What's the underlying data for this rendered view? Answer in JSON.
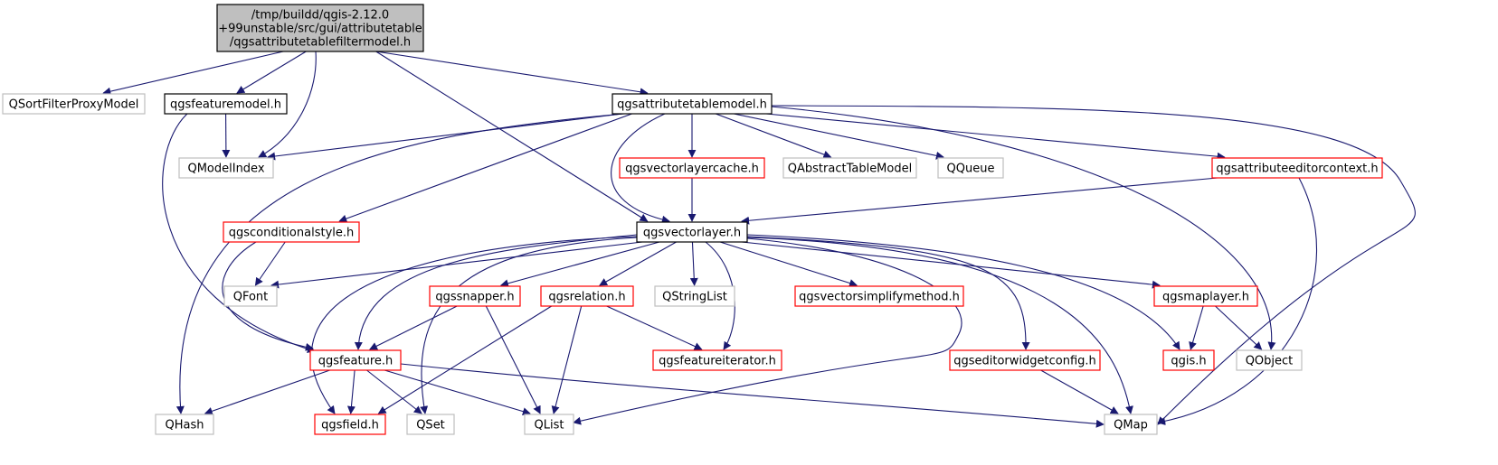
{
  "colors": {
    "edge": "#191970",
    "focus_fill": "#bfbfbf",
    "focus_border": "#000000",
    "documented_border": "#000000",
    "red_border": "#ff0000",
    "external_border": "#bfbfbf"
  },
  "nodes": [
    {
      "id": "root",
      "lines": [
        "/tmp/buildd/qgis-2.12.0",
        "+99unstable/src/gui/attributetable",
        "/qgsattributetablefiltermodel.h"
      ],
      "style": "focus"
    },
    {
      "id": "qsortfilterproxymodel",
      "lines": [
        "QSortFilterProxyModel"
      ],
      "style": "external"
    },
    {
      "id": "qgsfeaturemodel",
      "lines": [
        "qgsfeaturemodel.h"
      ],
      "style": "documented"
    },
    {
      "id": "qgsattributetablemodel",
      "lines": [
        "qgsattributetablemodel.h"
      ],
      "style": "documented"
    },
    {
      "id": "qmodelindex",
      "lines": [
        "QModelIndex"
      ],
      "style": "external"
    },
    {
      "id": "qgsvectorlayercache",
      "lines": [
        "qgsvectorlayercache.h"
      ],
      "style": "red"
    },
    {
      "id": "qabstracttablemodel",
      "lines": [
        "QAbstractTableModel"
      ],
      "style": "external"
    },
    {
      "id": "qqueue",
      "lines": [
        "QQueue"
      ],
      "style": "external"
    },
    {
      "id": "qgsattributeeditorcontext",
      "lines": [
        "qgsattributeeditorcontext.h"
      ],
      "style": "red"
    },
    {
      "id": "qgsconditionalstyle",
      "lines": [
        "qgsconditionalstyle.h"
      ],
      "style": "red"
    },
    {
      "id": "qgsvectorlayer",
      "lines": [
        "qgsvectorlayer.h"
      ],
      "style": "documented"
    },
    {
      "id": "qfont",
      "lines": [
        "QFont"
      ],
      "style": "external"
    },
    {
      "id": "qgssnapper",
      "lines": [
        "qgssnapper.h"
      ],
      "style": "red"
    },
    {
      "id": "qgsrelation",
      "lines": [
        "qgsrelation.h"
      ],
      "style": "red"
    },
    {
      "id": "qstringlist",
      "lines": [
        "QStringList"
      ],
      "style": "external"
    },
    {
      "id": "qgsvectorsimplifymethod",
      "lines": [
        "qgsvectorsimplifymethod.h"
      ],
      "style": "red"
    },
    {
      "id": "qgsmaplayer",
      "lines": [
        "qgsmaplayer.h"
      ],
      "style": "red"
    },
    {
      "id": "qgsfeature",
      "lines": [
        "qgsfeature.h"
      ],
      "style": "red"
    },
    {
      "id": "qgsfeatureiterator",
      "lines": [
        "qgsfeatureiterator.h"
      ],
      "style": "red"
    },
    {
      "id": "qgseditorwidgetconfig",
      "lines": [
        "qgseditorwidgetconfig.h"
      ],
      "style": "red"
    },
    {
      "id": "qgis",
      "lines": [
        "qgis.h"
      ],
      "style": "red"
    },
    {
      "id": "qobject",
      "lines": [
        "QObject"
      ],
      "style": "external"
    },
    {
      "id": "qhash",
      "lines": [
        "QHash"
      ],
      "style": "external"
    },
    {
      "id": "qgsfield",
      "lines": [
        "qgsfield.h"
      ],
      "style": "red"
    },
    {
      "id": "qset",
      "lines": [
        "QSet"
      ],
      "style": "external"
    },
    {
      "id": "qlist",
      "lines": [
        "QList"
      ],
      "style": "external"
    },
    {
      "id": "qmap",
      "lines": [
        "QMap"
      ],
      "style": "external"
    }
  ],
  "edges": [
    {
      "from": "root",
      "to": "qsortfilterproxymodel"
    },
    {
      "from": "root",
      "to": "qgsfeaturemodel"
    },
    {
      "from": "root",
      "to": "qmodelindex"
    },
    {
      "from": "root",
      "to": "qgsvectorlayer"
    },
    {
      "from": "root",
      "to": "qgsattributetablemodel"
    },
    {
      "from": "qgsfeaturemodel",
      "to": "qmodelindex"
    },
    {
      "from": "qgsfeaturemodel",
      "to": "qgsfeature"
    },
    {
      "from": "qgsattributetablemodel",
      "to": "qmodelindex"
    },
    {
      "from": "qgsattributetablemodel",
      "to": "qgsvectorlayercache"
    },
    {
      "from": "qgsattributetablemodel",
      "to": "qabstracttablemodel"
    },
    {
      "from": "qgsattributetablemodel",
      "to": "qqueue"
    },
    {
      "from": "qgsattributetablemodel",
      "to": "qgsattributeeditorcontext"
    },
    {
      "from": "qgsattributetablemodel",
      "to": "qgsconditionalstyle"
    },
    {
      "from": "qgsattributetablemodel",
      "to": "qgsvectorlayer"
    },
    {
      "from": "qgsattributetablemodel",
      "to": "qhash"
    },
    {
      "from": "qgsattributetablemodel",
      "to": "qobject"
    },
    {
      "from": "qgsattributetablemodel",
      "to": "qmap"
    },
    {
      "from": "qgsvectorlayercache",
      "to": "qgsvectorlayer"
    },
    {
      "from": "qgsattributeeditorcontext",
      "to": "qgsvectorlayer"
    },
    {
      "from": "qgsattributeeditorcontext",
      "to": "qmap"
    },
    {
      "from": "qgsconditionalstyle",
      "to": "qfont"
    },
    {
      "from": "qgsconditionalstyle",
      "to": "qgsfeature"
    },
    {
      "from": "qgsvectorlayer",
      "to": "qfont"
    },
    {
      "from": "qgsvectorlayer",
      "to": "qgssnapper"
    },
    {
      "from": "qgsvectorlayer",
      "to": "qgsrelation"
    },
    {
      "from": "qgsvectorlayer",
      "to": "qstringlist"
    },
    {
      "from": "qgsvectorlayer",
      "to": "qgsvectorsimplifymethod"
    },
    {
      "from": "qgsvectorlayer",
      "to": "qgsmaplayer"
    },
    {
      "from": "qgsvectorlayer",
      "to": "qgsfeature"
    },
    {
      "from": "qgsvectorlayer",
      "to": "qgsfeatureiterator"
    },
    {
      "from": "qgsvectorlayer",
      "to": "qgseditorwidgetconfig"
    },
    {
      "from": "qgsvectorlayer",
      "to": "qgis"
    },
    {
      "from": "qgsvectorlayer",
      "to": "qgsfield"
    },
    {
      "from": "qgsvectorlayer",
      "to": "qset"
    },
    {
      "from": "qgsvectorlayer",
      "to": "qlist"
    },
    {
      "from": "qgsvectorlayer",
      "to": "qmap"
    },
    {
      "from": "qgssnapper",
      "to": "qgsfeature"
    },
    {
      "from": "qgssnapper",
      "to": "qlist"
    },
    {
      "from": "qgsrelation",
      "to": "qgsfeatureiterator"
    },
    {
      "from": "qgsrelation",
      "to": "qgsfield"
    },
    {
      "from": "qgsrelation",
      "to": "qlist"
    },
    {
      "from": "qgsmaplayer",
      "to": "qgis"
    },
    {
      "from": "qgsmaplayer",
      "to": "qobject"
    },
    {
      "from": "qgsfeature",
      "to": "qhash"
    },
    {
      "from": "qgsfeature",
      "to": "qgsfield"
    },
    {
      "from": "qgsfeature",
      "to": "qset"
    },
    {
      "from": "qgsfeature",
      "to": "qlist"
    },
    {
      "from": "qgsfeature",
      "to": "qmap"
    },
    {
      "from": "qgseditorwidgetconfig",
      "to": "qmap"
    }
  ]
}
